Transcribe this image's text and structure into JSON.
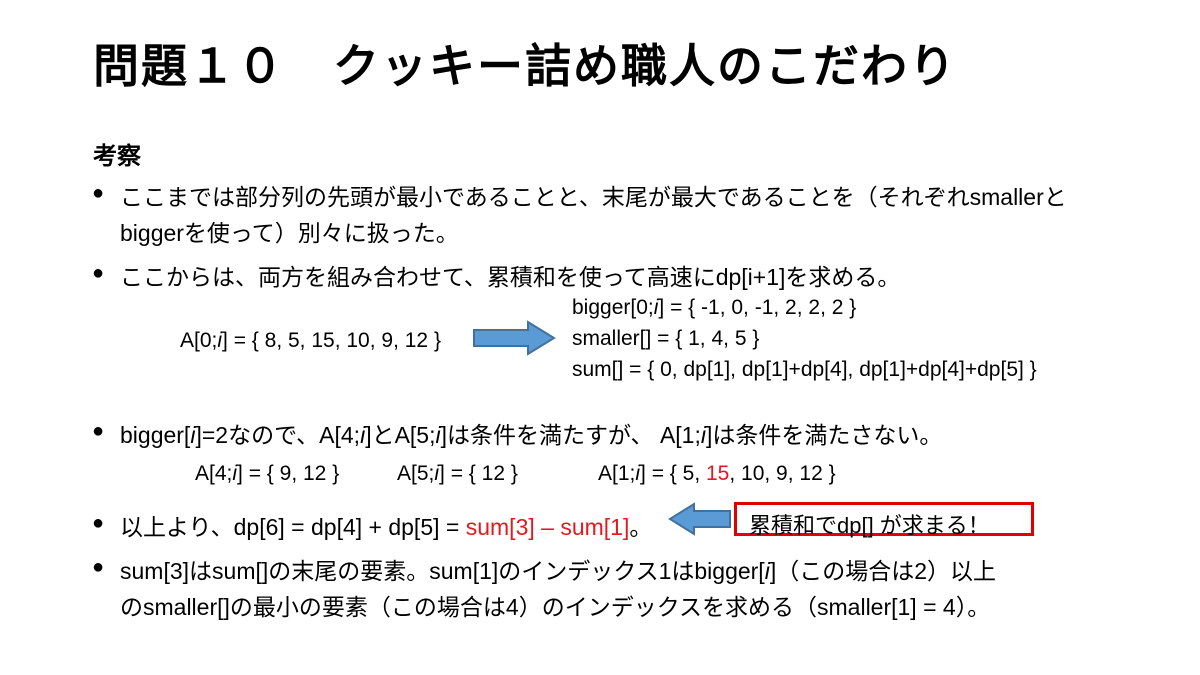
{
  "title": "問題１０　クッキー詰め職人のこだわり",
  "heading": "考察",
  "bullets": [
    {
      "line1": "ここまでは部分列の先頭が最小であることと、末尾が最大であることを（それぞれsmallerと",
      "line2": "biggerを使って）別々に扱った。"
    },
    {
      "line1": "ここからは、両方を組み合わせて、累積和を使って高速にdp[i+1]を求める。"
    },
    {
      "pre": "bigger[",
      "i1": "i",
      "mid1": "]=2なので、A[4;",
      "i2": "i",
      "mid2": "]とA[5;",
      "i3": "i",
      "mid3": "]は条件を満たすが、 A[1;",
      "i4": "i",
      "post": "]は条件を満たさない。"
    },
    {
      "pre": "以上より、dp[6] = dp[4] + dp[5] = ",
      "red": "sum[3] – sum[1]",
      "post": "。"
    },
    {
      "line1_pre": "sum[3]はsum[]の末尾の要素。sum[1]のインデックス1はbigger[",
      "line1_i": "i",
      "line1_post": "]（この場合は2）以上",
      "line2": "のsmaller[]の最小の要素（この場合は4）のインデックスを求める（smaller[1] = 4）。"
    }
  ],
  "formulas": {
    "a_pre": "A[0;",
    "a_i": "i",
    "a_post": "] = { 8, 5, 15, 10, 9, 12 }",
    "bigger_pre": "bigger[0;",
    "bigger_i": "i",
    "bigger_post": "] = { -1, 0, -1, 2, 2, 2 }",
    "smaller": "smaller[] = { 1, 4, 5 }",
    "sum": "sum[] = { 0, dp[1], dp[1]+dp[4], dp[1]+dp[4]+dp[5] }",
    "a4_pre": "A[4;",
    "a4_i": "i",
    "a4_post": "] = { 9, 12 }",
    "a5_pre": "A[5;",
    "a5_i": "i",
    "a5_post": "] = { 12 }",
    "a1_pre": "A[1;",
    "a1_i": "i",
    "a1_mid": "] = { 5, ",
    "a1_red": "15",
    "a1_post": ", 10, 9, 12 }"
  },
  "callout": "累積和でdp[] が求まる！",
  "colors": {
    "accent_red": "#e31a1c",
    "arrow_fill": "#5b9bd5",
    "arrow_stroke": "#41719c",
    "callout_border": "#e00000"
  }
}
